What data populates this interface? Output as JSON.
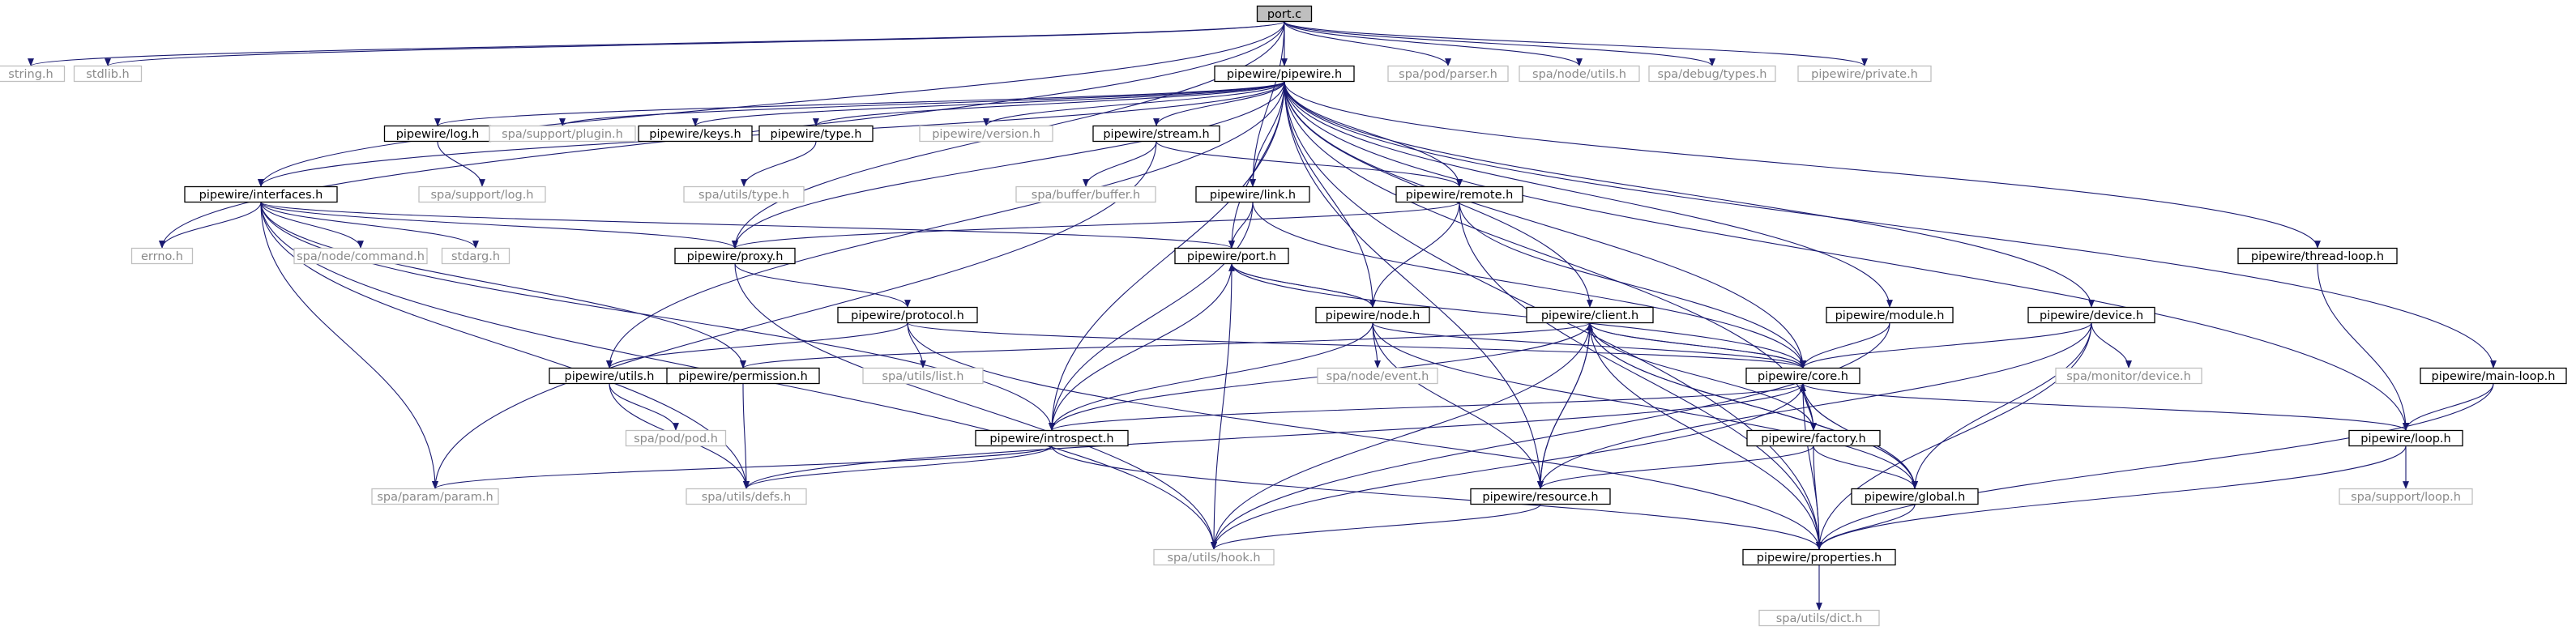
{
  "diagram": {
    "type": "include-dependency-graph",
    "root": "port.c",
    "colors": {
      "edge": "#191970",
      "edge_gray": "#a8a8a8",
      "root_fill": "#bfbfbf",
      "documented_border": "#000000",
      "undocumented_border": "#bfbfbf",
      "undocumented_text": "#8a8a8a"
    },
    "nodes": [
      {
        "id": "port_c",
        "label": "port.c",
        "style": "root"
      },
      {
        "id": "string_h",
        "label": "string.h",
        "style": "undocumented"
      },
      {
        "id": "stdlib_h",
        "label": "stdlib.h",
        "style": "undocumented"
      },
      {
        "id": "pw_pipewire_h",
        "label": "pipewire/pipewire.h",
        "style": "documented"
      },
      {
        "id": "spa_pod_parser_h",
        "label": "spa/pod/parser.h",
        "style": "undocumented"
      },
      {
        "id": "spa_node_utils_h",
        "label": "spa/node/utils.h",
        "style": "undocumented"
      },
      {
        "id": "spa_debug_types_h",
        "label": "spa/debug/types.h",
        "style": "undocumented"
      },
      {
        "id": "pw_private_h",
        "label": "pipewire/private.h",
        "style": "undocumented"
      },
      {
        "id": "pw_log_h",
        "label": "pipewire/log.h",
        "style": "documented"
      },
      {
        "id": "spa_support_plugin_h",
        "label": "spa/support/plugin.h",
        "style": "undocumented"
      },
      {
        "id": "pw_keys_h",
        "label": "pipewire/keys.h",
        "style": "documented"
      },
      {
        "id": "pw_type_h",
        "label": "pipewire/type.h",
        "style": "documented"
      },
      {
        "id": "pw_version_h",
        "label": "pipewire/version.h",
        "style": "undocumented"
      },
      {
        "id": "pw_stream_h",
        "label": "pipewire/stream.h",
        "style": "documented"
      },
      {
        "id": "spa_support_log_h",
        "label": "spa/support/log.h",
        "style": "undocumented"
      },
      {
        "id": "spa_utils_type_h",
        "label": "spa/utils/type.h",
        "style": "undocumented"
      },
      {
        "id": "spa_buffer_buffer_h",
        "label": "spa/buffer/buffer.h",
        "style": "undocumented"
      },
      {
        "id": "pw_interfaces_h",
        "label": "pipewire/interfaces.h",
        "style": "documented"
      },
      {
        "id": "pw_link_h",
        "label": "pipewire/link.h",
        "style": "documented"
      },
      {
        "id": "pw_remote_h",
        "label": "pipewire/remote.h",
        "style": "documented"
      },
      {
        "id": "errno_h",
        "label": "errno.h",
        "style": "undocumented"
      },
      {
        "id": "spa_node_command_h",
        "label": "spa/node/command.h",
        "style": "undocumented"
      },
      {
        "id": "stdarg_h",
        "label": "stdarg.h",
        "style": "undocumented"
      },
      {
        "id": "pw_proxy_h",
        "label": "pipewire/proxy.h",
        "style": "documented"
      },
      {
        "id": "pw_port_h",
        "label": "pipewire/port.h",
        "style": "documented"
      },
      {
        "id": "pw_thread_loop_h",
        "label": "pipewire/thread-loop.h",
        "style": "documented"
      },
      {
        "id": "pw_protocol_h",
        "label": "pipewire/protocol.h",
        "style": "documented"
      },
      {
        "id": "pw_node_h",
        "label": "pipewire/node.h",
        "style": "documented"
      },
      {
        "id": "pw_client_h",
        "label": "pipewire/client.h",
        "style": "documented"
      },
      {
        "id": "pw_module_h",
        "label": "pipewire/module.h",
        "style": "documented"
      },
      {
        "id": "pw_device_h",
        "label": "pipewire/device.h",
        "style": "documented"
      },
      {
        "id": "pw_utils_h",
        "label": "pipewire/utils.h",
        "style": "documented"
      },
      {
        "id": "pw_permission_h",
        "label": "pipewire/permission.h",
        "style": "documented"
      },
      {
        "id": "spa_utils_list_h",
        "label": "spa/utils/list.h",
        "style": "undocumented"
      },
      {
        "id": "spa_node_event_h",
        "label": "spa/node/event.h",
        "style": "undocumented"
      },
      {
        "id": "pw_core_h",
        "label": "pipewire/core.h",
        "style": "documented"
      },
      {
        "id": "spa_monitor_device_h",
        "label": "spa/monitor/device.h",
        "style": "undocumented"
      },
      {
        "id": "pw_main_loop_h",
        "label": "pipewire/main-loop.h",
        "style": "documented"
      },
      {
        "id": "spa_pod_pod_h",
        "label": "spa/pod/pod.h",
        "style": "undocumented"
      },
      {
        "id": "pw_introspect_h",
        "label": "pipewire/introspect.h",
        "style": "documented"
      },
      {
        "id": "pw_factory_h",
        "label": "pipewire/factory.h",
        "style": "documented"
      },
      {
        "id": "pw_loop_h",
        "label": "pipewire/loop.h",
        "style": "documented"
      },
      {
        "id": "spa_param_param_h",
        "label": "spa/param/param.h",
        "style": "undocumented"
      },
      {
        "id": "spa_utils_defs_h",
        "label": "spa/utils/defs.h",
        "style": "undocumented"
      },
      {
        "id": "pw_resource_h",
        "label": "pipewire/resource.h",
        "style": "documented"
      },
      {
        "id": "pw_global_h",
        "label": "pipewire/global.h",
        "style": "documented"
      },
      {
        "id": "spa_support_loop_h",
        "label": "spa/support/loop.h",
        "style": "undocumented"
      },
      {
        "id": "spa_utils_hook_h",
        "label": "spa/utils/hook.h",
        "style": "undocumented"
      },
      {
        "id": "pw_properties_h",
        "label": "pipewire/properties.h",
        "style": "documented"
      },
      {
        "id": "spa_utils_dict_h",
        "label": "spa/utils/dict.h",
        "style": "undocumented"
      }
    ],
    "edges": [
      [
        "port_c",
        "string_h"
      ],
      [
        "port_c",
        "stdlib_h"
      ],
      [
        "port_c",
        "errno_h"
      ],
      [
        "port_c",
        "pw_pipewire_h"
      ],
      [
        "port_c",
        "spa_pod_parser_h"
      ],
      [
        "port_c",
        "spa_node_utils_h"
      ],
      [
        "port_c",
        "spa_debug_types_h"
      ],
      [
        "port_c",
        "pw_private_h"
      ],
      [
        "port_c",
        "pw_interfaces_h"
      ],
      [
        "port_c",
        "pw_proxy_h"
      ],
      [
        "port_c",
        "pw_link_h"
      ],
      [
        "pw_pipewire_h",
        "pw_interfaces_h"
      ],
      [
        "pw_pipewire_h",
        "pw_log_h"
      ],
      [
        "pw_pipewire_h",
        "spa_support_plugin_h"
      ],
      [
        "pw_pipewire_h",
        "pw_keys_h"
      ],
      [
        "pw_pipewire_h",
        "pw_type_h"
      ],
      [
        "pw_pipewire_h",
        "pw_version_h"
      ],
      [
        "pw_pipewire_h",
        "pw_stream_h"
      ],
      [
        "pw_pipewire_h",
        "pw_link_h"
      ],
      [
        "pw_pipewire_h",
        "pw_remote_h"
      ],
      [
        "pw_pipewire_h",
        "pw_port_h"
      ],
      [
        "pw_pipewire_h",
        "pw_node_h"
      ],
      [
        "pw_pipewire_h",
        "pw_client_h"
      ],
      [
        "pw_pipewire_h",
        "pw_core_h"
      ],
      [
        "pw_pipewire_h",
        "pw_module_h"
      ],
      [
        "pw_pipewire_h",
        "pw_device_h"
      ],
      [
        "pw_pipewire_h",
        "pw_thread_loop_h"
      ],
      [
        "pw_pipewire_h",
        "pw_main_loop_h"
      ],
      [
        "pw_pipewire_h",
        "pw_loop_h"
      ],
      [
        "pw_pipewire_h",
        "pw_utils_h"
      ],
      [
        "pw_pipewire_h",
        "pw_introspect_h"
      ],
      [
        "pw_pipewire_h",
        "pw_factory_h"
      ],
      [
        "pw_pipewire_h",
        "pw_resource_h"
      ],
      [
        "pw_pipewire_h",
        "pw_properties_h"
      ],
      [
        "pw_pipewire_h",
        "pw_proxy_h"
      ],
      [
        "pw_log_h",
        "spa_support_log_h"
      ],
      [
        "pw_type_h",
        "spa_utils_type_h"
      ],
      [
        "pw_stream_h",
        "spa_buffer_buffer_h"
      ],
      [
        "pw_stream_h",
        "pw_remote_h"
      ],
      [
        "pw_stream_h",
        "spa_param_param_h"
      ],
      [
        "pw_interfaces_h",
        "errno_h"
      ],
      [
        "pw_interfaces_h",
        "spa_node_command_h"
      ],
      [
        "pw_interfaces_h",
        "stdarg_h"
      ],
      [
        "pw_interfaces_h",
        "pw_proxy_h"
      ],
      [
        "pw_interfaces_h",
        "pw_port_h"
      ],
      [
        "pw_interfaces_h",
        "pw_permission_h"
      ],
      [
        "pw_interfaces_h",
        "pw_introspect_h"
      ],
      [
        "pw_interfaces_h",
        "spa_param_param_h"
      ],
      [
        "pw_interfaces_h",
        "spa_utils_defs_h"
      ],
      [
        "pw_interfaces_h",
        "spa_utils_hook_h"
      ],
      [
        "pw_link_h",
        "pw_port_h"
      ],
      [
        "pw_link_h",
        "pw_introspect_h"
      ],
      [
        "pw_link_h",
        "pw_core_h"
      ],
      [
        "pw_remote_h",
        "pw_node_h"
      ],
      [
        "pw_remote_h",
        "pw_core_h"
      ],
      [
        "pw_remote_h",
        "pw_proxy_h"
      ],
      [
        "pw_remote_h",
        "pw_properties_h"
      ],
      [
        "pw_proxy_h",
        "pw_protocol_h"
      ],
      [
        "pw_proxy_h",
        "spa_utils_hook_h"
      ],
      [
        "pw_port_h",
        "pw_node_h"
      ],
      [
        "pw_port_h",
        "pw_introspect_h"
      ],
      [
        "pw_port_h",
        "pw_core_h"
      ],
      [
        "pw_port_h",
        "spa_utils_hook_h"
      ],
      [
        "pw_node_h",
        "pw_port_h"
      ],
      [
        "pw_node_h",
        "spa_node_event_h"
      ],
      [
        "pw_node_h",
        "pw_core_h"
      ],
      [
        "pw_node_h",
        "pw_introspect_h"
      ],
      [
        "pw_node_h",
        "pw_resource_h"
      ],
      [
        "pw_node_h",
        "pw_global_h"
      ],
      [
        "pw_protocol_h",
        "spa_utils_list_h"
      ],
      [
        "pw_protocol_h",
        "pw_utils_h"
      ],
      [
        "pw_protocol_h",
        "pw_core_h"
      ],
      [
        "pw_protocol_h",
        "pw_properties_h"
      ],
      [
        "pw_client_h",
        "pw_permission_h"
      ],
      [
        "pw_client_h",
        "pw_core_h"
      ],
      [
        "pw_client_h",
        "pw_introspect_h"
      ],
      [
        "pw_client_h",
        "pw_resource_h"
      ],
      [
        "pw_client_h",
        "pw_global_h"
      ],
      [
        "pw_client_h",
        "pw_properties_h"
      ],
      [
        "pw_client_h",
        "spa_utils_hook_h"
      ],
      [
        "pw_module_h",
        "pw_core_h"
      ],
      [
        "pw_module_h",
        "spa_utils_hook_h"
      ],
      [
        "pw_device_h",
        "pw_core_h"
      ],
      [
        "pw_device_h",
        "spa_monitor_device_h"
      ],
      [
        "pw_device_h",
        "pw_global_h"
      ],
      [
        "pw_device_h",
        "pw_resource_h"
      ],
      [
        "pw_device_h",
        "pw_properties_h"
      ],
      [
        "pw_thread_loop_h",
        "pw_loop_h"
      ],
      [
        "pw_main_loop_h",
        "pw_loop_h"
      ],
      [
        "pw_main_loop_h",
        "pw_properties_h"
      ],
      [
        "pw_utils_h",
        "spa_pod_pod_h"
      ],
      [
        "pw_utils_h",
        "spa_utils_defs_h"
      ],
      [
        "pw_permission_h",
        "spa_utils_defs_h"
      ],
      [
        "pw_core_h",
        "pw_client_h"
      ],
      [
        "pw_core_h",
        "pw_introspect_h"
      ],
      [
        "pw_core_h",
        "pw_factory_h"
      ],
      [
        "pw_core_h",
        "pw_global_h"
      ],
      [
        "pw_core_h",
        "pw_loop_h"
      ],
      [
        "pw_core_h",
        "pw_properties_h"
      ],
      [
        "pw_core_h",
        "spa_utils_defs_h"
      ],
      [
        "pw_core_h",
        "spa_utils_hook_h"
      ],
      [
        "pw_introspect_h",
        "spa_param_param_h"
      ],
      [
        "pw_introspect_h",
        "spa_utils_defs_h"
      ],
      [
        "pw_introspect_h",
        "pw_properties_h"
      ],
      [
        "pw_factory_h",
        "pw_client_h"
      ],
      [
        "pw_factory_h",
        "pw_core_h"
      ],
      [
        "pw_factory_h",
        "pw_global_h"
      ],
      [
        "pw_factory_h",
        "pw_resource_h"
      ],
      [
        "pw_factory_h",
        "pw_properties_h"
      ],
      [
        "pw_global_h",
        "pw_client_h"
      ],
      [
        "pw_global_h",
        "pw_core_h"
      ],
      [
        "pw_global_h",
        "pw_properties_h"
      ],
      [
        "pw_resource_h",
        "pw_client_h"
      ],
      [
        "pw_resource_h",
        "spa_utils_hook_h"
      ],
      [
        "pw_loop_h",
        "spa_support_loop_h"
      ],
      [
        "pw_loop_h",
        "pw_properties_h"
      ],
      [
        "pw_properties_h",
        "spa_utils_dict_h"
      ]
    ]
  }
}
